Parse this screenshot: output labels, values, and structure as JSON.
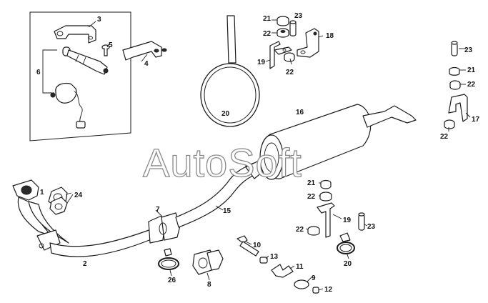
{
  "watermark": "AutoSoft",
  "callouts": [
    {
      "id": "c-3",
      "text": "3"
    },
    {
      "id": "c-5",
      "text": "5"
    },
    {
      "id": "c-6",
      "text": "6"
    },
    {
      "id": "c-4",
      "text": "4"
    },
    {
      "id": "c-21a",
      "text": "21"
    },
    {
      "id": "c-23a",
      "text": "23"
    },
    {
      "id": "c-22a",
      "text": "22"
    },
    {
      "id": "c-18",
      "text": "18"
    },
    {
      "id": "c-19a",
      "text": "19"
    },
    {
      "id": "c-22b",
      "text": "22"
    },
    {
      "id": "c-20a",
      "text": "20"
    },
    {
      "id": "c-16",
      "text": "16"
    },
    {
      "id": "c-23b",
      "text": "23"
    },
    {
      "id": "c-21b",
      "text": "21"
    },
    {
      "id": "c-22c",
      "text": "22"
    },
    {
      "id": "c-17",
      "text": "17"
    },
    {
      "id": "c-22d",
      "text": "22"
    },
    {
      "id": "c-1",
      "text": "1"
    },
    {
      "id": "c-24",
      "text": "24"
    },
    {
      "id": "c-2",
      "text": "2"
    },
    {
      "id": "c-7",
      "text": "7"
    },
    {
      "id": "c-15",
      "text": "15"
    },
    {
      "id": "c-26",
      "text": "26"
    },
    {
      "id": "c-8",
      "text": "8"
    },
    {
      "id": "c-10",
      "text": "10"
    },
    {
      "id": "c-13",
      "text": "13"
    },
    {
      "id": "c-11",
      "text": "11"
    },
    {
      "id": "c-9",
      "text": "9"
    },
    {
      "id": "c-12",
      "text": "12"
    },
    {
      "id": "c-21c",
      "text": "21"
    },
    {
      "id": "c-22e",
      "text": "22"
    },
    {
      "id": "c-19b",
      "text": "19"
    },
    {
      "id": "c-23c",
      "text": "23"
    },
    {
      "id": "c-22f",
      "text": "22"
    },
    {
      "id": "c-20b",
      "text": "20"
    }
  ]
}
